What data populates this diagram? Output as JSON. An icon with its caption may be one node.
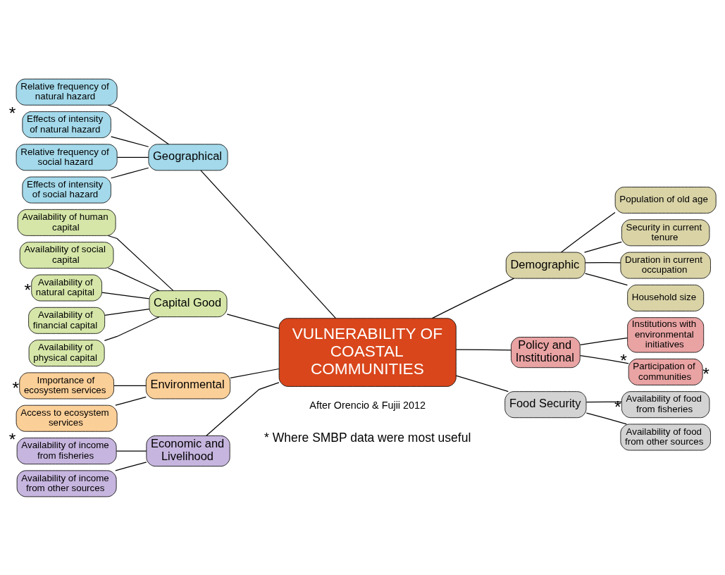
{
  "diagram": {
    "nodes": [
      {
        "text": [
          "Availability of human capital"
        ]
      },
      {
        "text": [
          "Availability of social capital"
        ]
      },
      {
        "text": [
          "Availability of natural capital"
        ],
        "beside": [
          "*"
        ]
      },
      {
        "text": [
          "Availability of financial capital"
        ]
      },
      {
        "text": [
          "Availability of physical capital"
        ]
      },
      {
        "text": [
          "Capital Good"
        ]
      },
      {
        "text": [
          "Geographical"
        ]
      },
      {
        "text": [
          "Relative frequency of natural hazard"
        ],
        "beside": [
          "*"
        ]
      },
      {
        "text": [
          "Effects of intensity of natural hazard"
        ]
      },
      {
        "text": [
          "Relative frequency of social hazard"
        ]
      },
      {
        "text": [
          "Effects of intensity of social hazard"
        ]
      },
      {
        "text": [
          "Demographic"
        ]
      },
      {
        "text": [
          "Population of old age"
        ]
      },
      {
        "text": [
          "Security in current tenure"
        ]
      },
      {
        "text": [
          "Duration in current occupation"
        ]
      },
      {
        "text": [
          "Household size"
        ]
      },
      {
        "text": [
          "Environmental"
        ]
      },
      {
        "text": [
          "Importance of ecosystem services"
        ],
        "beside": [
          "*"
        ]
      },
      {
        "text": [
          "Access to ecosystem services"
        ],
        "beside": [
          "*"
        ]
      },
      {
        "text": [
          "Policy and Institutional"
        ]
      },
      {
        "text": [
          "Institutions with environmental initiatives"
        ],
        "beside": [
          "*"
        ]
      },
      {
        "text": [
          "Participation of communities"
        ],
        "beside": [
          "*"
        ]
      },
      {
        "text": [
          "Economic and Livelihood"
        ]
      },
      {
        "text": [
          "Availability of income from fisheries"
        ]
      },
      {
        "text": [
          "Availability of income from other sources"
        ]
      },
      {
        "text": [
          "Food Security"
        ]
      },
      {
        "text": [
          "Availability of food from fisheries"
        ],
        "beside": [
          "*"
        ]
      },
      {
        "text": [
          "Availability of food from other sources"
        ]
      },
      {
        "text": [
          "VULNERABILITY OF COASTAL COMMUNITIES"
        ]
      }
    ],
    "edges": [
      {
        "from": 0,
        "to": 5,
        "arrow": "none"
      },
      {
        "from": 1,
        "to": 5,
        "arrow": "none"
      },
      {
        "from": 2,
        "to": 5,
        "arrow": "none"
      },
      {
        "from": 3,
        "to": 5,
        "arrow": "none"
      },
      {
        "from": 4,
        "to": 5,
        "arrow": "none"
      },
      {
        "from": 5,
        "to": 28,
        "arrow": "none"
      },
      {
        "from": 7,
        "to": 6,
        "arrow": "none"
      },
      {
        "from": 8,
        "to": 6,
        "arrow": "none"
      },
      {
        "from": 9,
        "to": 6,
        "arrow": "none"
      },
      {
        "from": 10,
        "to": 6,
        "arrow": "none"
      },
      {
        "from": 6,
        "to": 28,
        "arrow": "none"
      },
      {
        "from": 12,
        "to": 11,
        "arrow": "none"
      },
      {
        "from": 13,
        "to": 11,
        "arrow": "none"
      },
      {
        "from": 14,
        "to": 11,
        "arrow": "none"
      },
      {
        "from": 15,
        "to": 11,
        "arrow": "none"
      },
      {
        "from": 11,
        "to": 28,
        "arrow": "none"
      },
      {
        "from": 17,
        "to": 16,
        "arrow": "none"
      },
      {
        "from": 18,
        "to": 16,
        "arrow": "none"
      },
      {
        "from": 16,
        "to": 28,
        "arrow": "none"
      },
      {
        "from": 20,
        "to": 19,
        "arrow": "none"
      },
      {
        "from": 21,
        "to": 19,
        "arrow": "none"
      },
      {
        "from": 19,
        "to": 28,
        "arrow": "none"
      },
      {
        "from": 23,
        "to": 22,
        "arrow": "none"
      },
      {
        "from": 24,
        "to": 22,
        "arrow": "none"
      },
      {
        "from": 22,
        "to": 28,
        "arrow": "none"
      },
      {
        "from": 26,
        "to": 25,
        "arrow": "none"
      },
      {
        "from": 27,
        "to": 25,
        "arrow": "none"
      },
      {
        "from": 25,
        "to": 28,
        "arrow": "none"
      }
    ],
    "labels": [
      "After Orencio & Fujii 2012",
      "* Where SMBP data were most useful"
    ]
  }
}
